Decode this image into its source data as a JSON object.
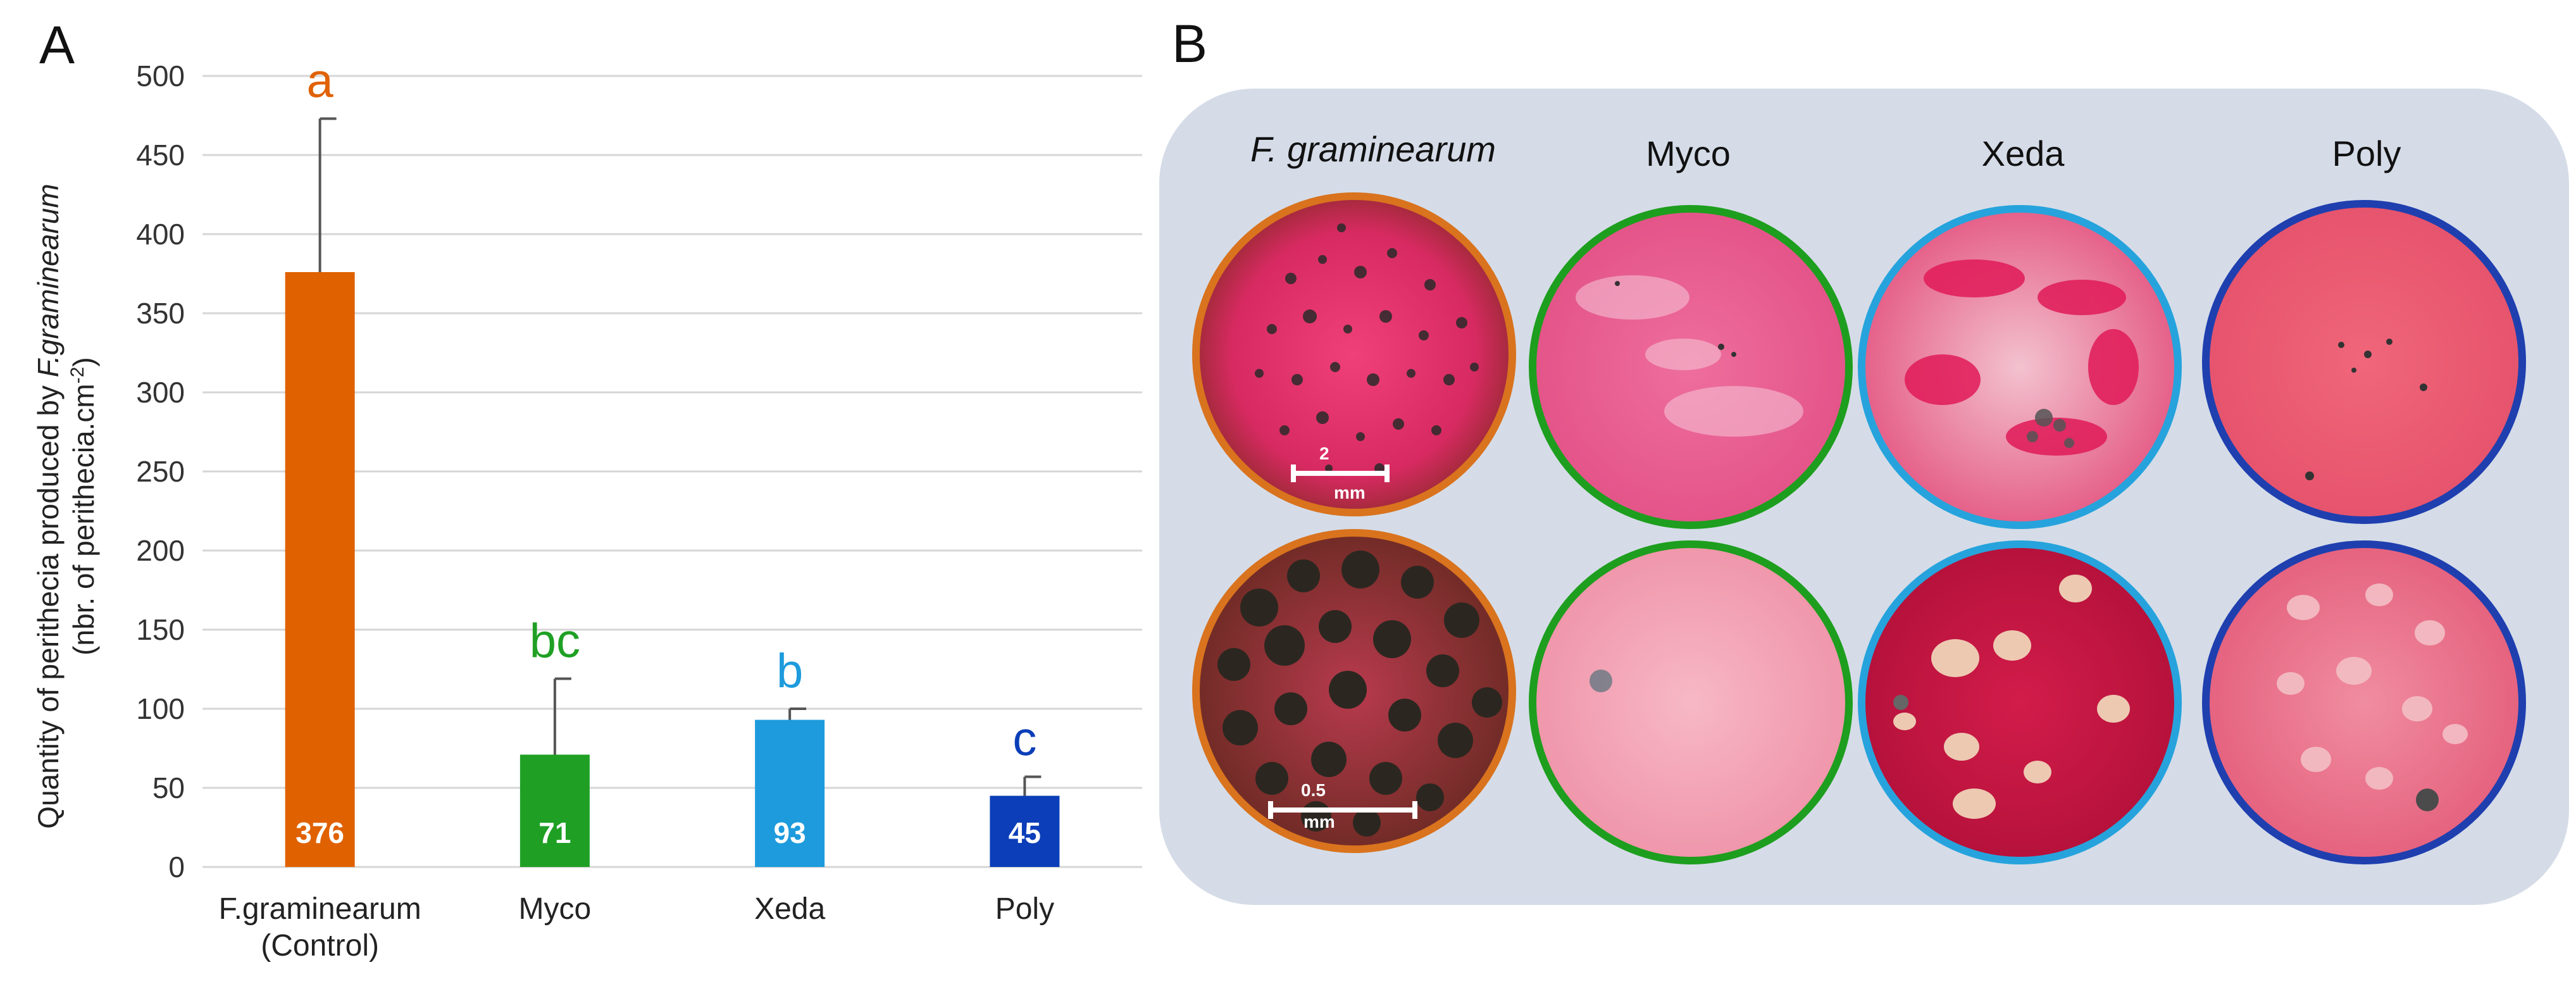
{
  "panel_a": {
    "letter": "A",
    "ylabel_line1_prefix": "Quantity of perithecia produced by ",
    "ylabel_line1_italic": "F.graminearum",
    "ylabel_line2": "(nbr. of perithecia.cm",
    "ylabel_line2_sup": "-2",
    "ylabel_line2_close": ")"
  },
  "panel_b": {
    "letter": "B",
    "columns": [
      {
        "label": "F. graminearum",
        "italic": true,
        "ring_color": "#D9731E"
      },
      {
        "label": "Myco",
        "italic": false,
        "ring_color": "#1E9E1E"
      },
      {
        "label": "Xeda",
        "italic": false,
        "ring_color": "#26A3DC"
      },
      {
        "label": "Poly",
        "italic": false,
        "ring_color": "#1F3FAF"
      }
    ],
    "scale_bars": [
      {
        "value": "2",
        "unit": "mm"
      },
      {
        "value": "0.5",
        "unit": "mm"
      }
    ]
  },
  "chart_data": {
    "type": "bar",
    "categories": [
      [
        "F.graminearum",
        "(Control)"
      ],
      [
        "Myco"
      ],
      [
        "Xeda"
      ],
      [
        "Poly"
      ]
    ],
    "values": [
      376,
      71,
      93,
      45
    ],
    "value_labels": [
      "376",
      "71",
      "93",
      "45"
    ],
    "error_upper": [
      473,
      119,
      100,
      57
    ],
    "significance": [
      "a",
      "bc",
      "b",
      "c"
    ],
    "colors": [
      "#E06100",
      "#1FA024",
      "#1D9BDD",
      "#0B3EB8"
    ],
    "letter_colors": [
      "#E06100",
      "#1FA024",
      "#1D9BDD",
      "#0B3EB8"
    ],
    "ylim": [
      0,
      500
    ],
    "yticks": [
      0,
      50,
      100,
      150,
      200,
      250,
      300,
      350,
      400,
      450,
      500
    ],
    "grid": true,
    "xlabel": "",
    "ylabel": "Quantity of perithecia produced by F.graminearum (nbr. of perithecia.cm-2)"
  }
}
